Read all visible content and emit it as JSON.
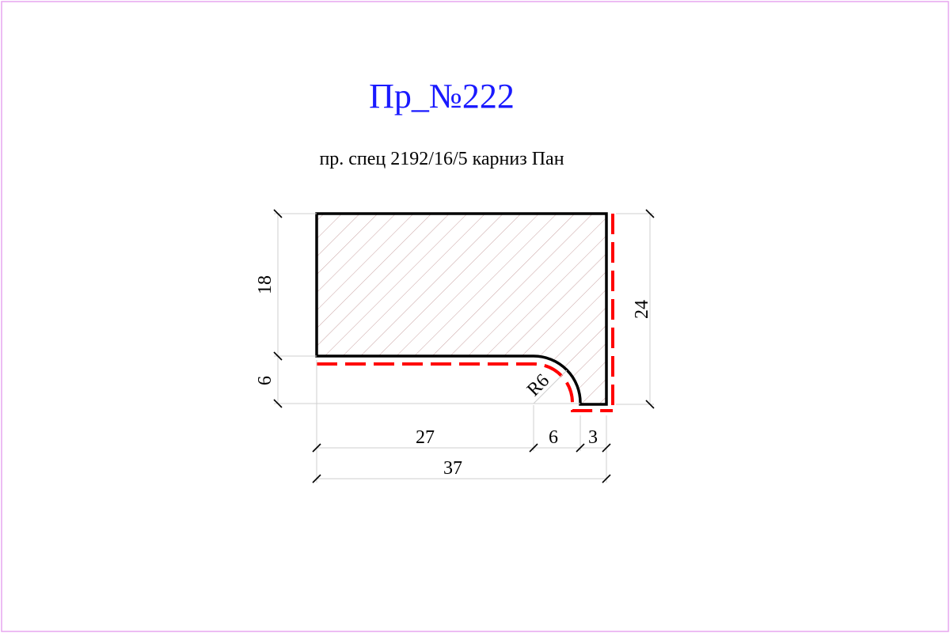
{
  "colors": {
    "border": "#e7a6ef",
    "title": "#1a1aff",
    "edge": "#ff0000",
    "hatch": "#c9a3a3",
    "outline": "#000000"
  },
  "drawing": {
    "title": "Пр_№222",
    "subtitle": "пр. спец 2192/16/5 карниз Пан"
  },
  "dimensions": {
    "height_top": "18",
    "height_step": "6",
    "height_total": "24",
    "radius": "R6",
    "width_flat": "27",
    "width_radius": "6",
    "width_lip": "3",
    "width_total": "37"
  }
}
